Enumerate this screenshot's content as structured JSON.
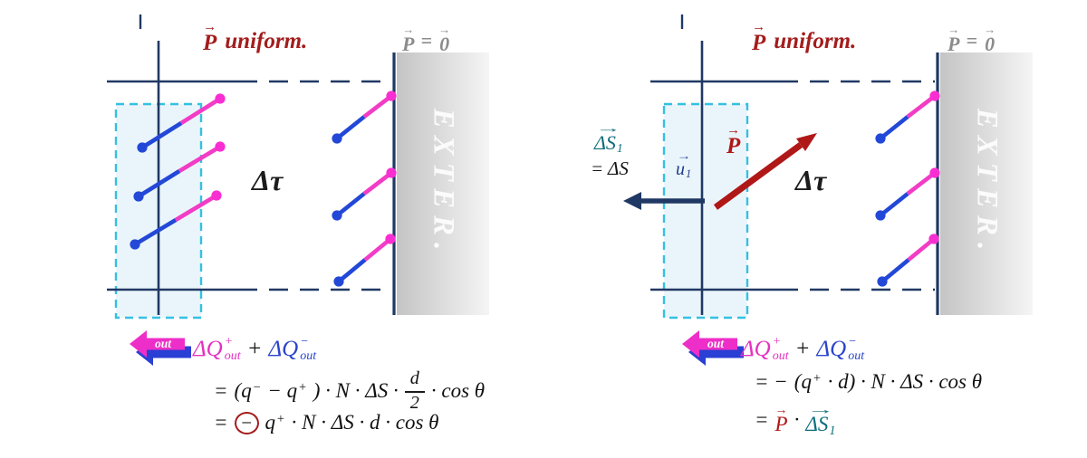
{
  "colors": {
    "accent_red": "#a31c1c",
    "structure_navy": "#203864",
    "dipole_blue": "#2348d8",
    "dipole_magenta": "#f23cc6",
    "selection_cyan": "#35c0e2",
    "vector_teal": "#0e6e7c",
    "muted_gray": "#8c8c8c",
    "eq_magenta": "#e531c0",
    "eq_blue": "#2a44cc"
  },
  "glyphs": {
    "vec_arrow": "→"
  },
  "titles": {
    "p": "P",
    "uniform": "uniform.",
    "p_zero_p": "P",
    "p_zero_eq": "=",
    "p_zero_zero": "0"
  },
  "region": {
    "exterior": "EXTER.",
    "volume": "Δτ"
  },
  "out_arrow": {
    "label": "out"
  },
  "charge_sum": {
    "dq": "ΔQ",
    "plus_sup": "+",
    "minus_sup": "−",
    "out_sub": "out",
    "plus_op": "+"
  },
  "left_eqs": {
    "line2": {
      "eq": "=",
      "open": "(q",
      "sup_minus": "−",
      "minus_q": "− q",
      "sup_plus": "+",
      "close": ") · N · ΔS ·",
      "num": "d",
      "den": "2",
      "tail": "· cos θ"
    },
    "line3": {
      "eq": "=",
      "circled_minus": "−",
      "q": "q",
      "sup_plus": "+",
      "tail": "· N · ΔS · d · cos θ"
    }
  },
  "right_labels": {
    "ds1": "ΔS",
    "ds1_sub": "1",
    "ds1_eq": "= ΔS",
    "u1": "u",
    "u1_sub": "1",
    "p_vec": "P"
  },
  "right_eqs": {
    "line2": {
      "eq": "= −",
      "open": "(q",
      "sup_plus": "+",
      "tail": "· d) · N · ΔS · cos θ"
    },
    "line3": {
      "eq": "=",
      "p": "P",
      "dot": "·",
      "ds": "ΔS",
      "ds_sub": "1"
    }
  }
}
